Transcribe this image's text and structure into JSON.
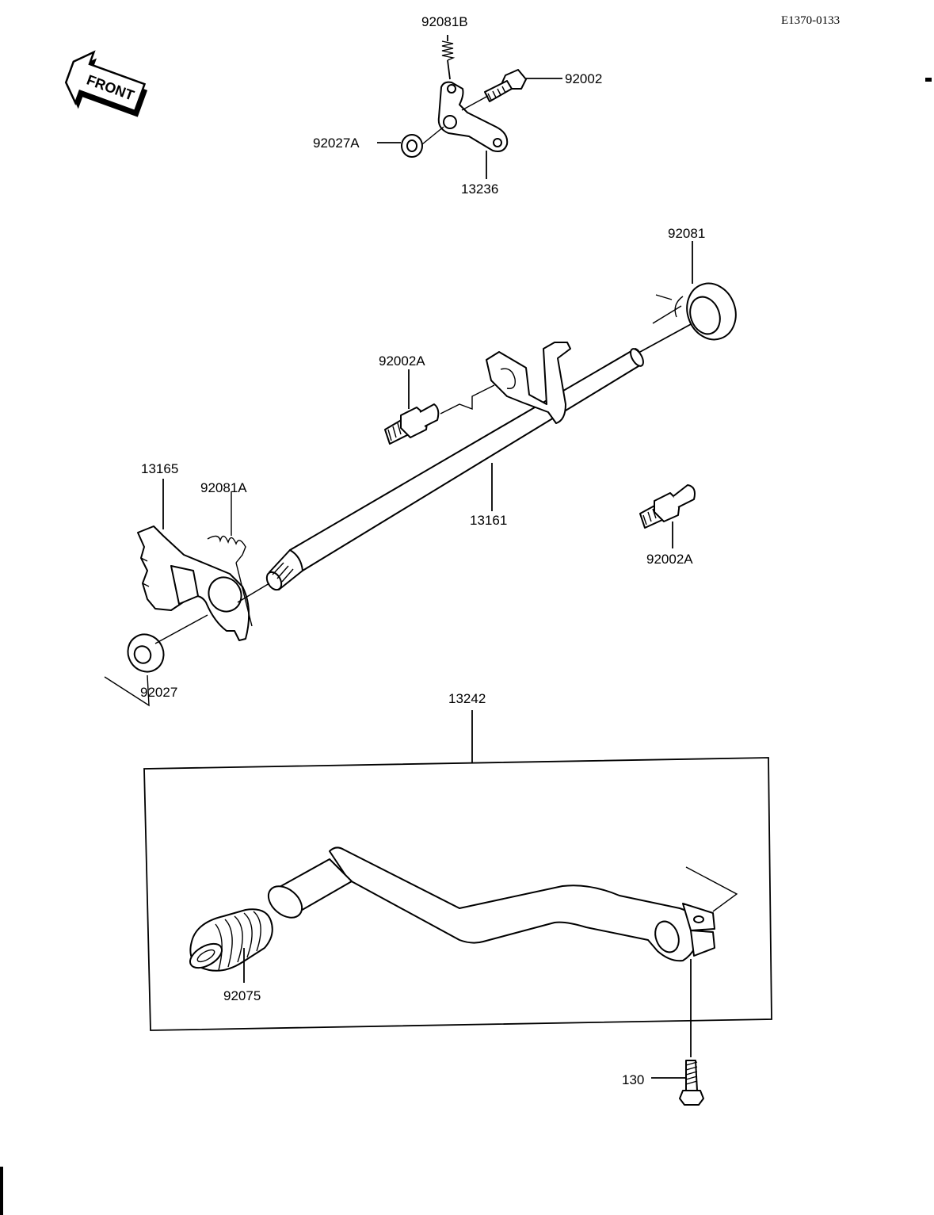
{
  "drawing_code": "E1370-0133",
  "front_label": "FRONT",
  "parts": {
    "p92081B": "92081B",
    "p92002": "92002",
    "p92027A": "92027A",
    "p13236": "13236",
    "p92081": "92081",
    "p92002A_top": "92002A",
    "p13165": "13165",
    "p92081A": "92081A",
    "p13161": "13161",
    "p92002A_right": "92002A",
    "p92027": "92027",
    "p13242": "13242",
    "p92075": "92075",
    "p130": "130"
  }
}
